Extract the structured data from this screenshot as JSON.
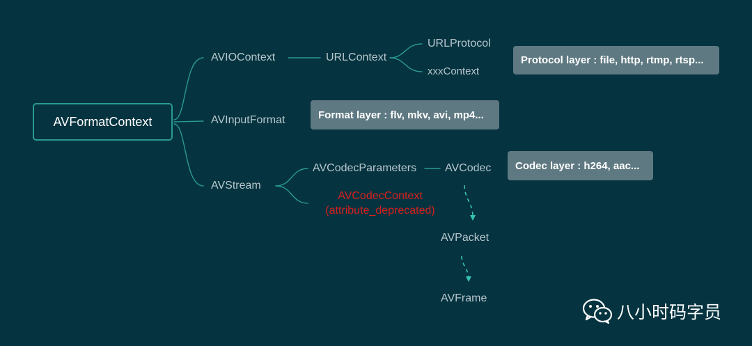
{
  "diagram": {
    "root": "AVFormatContext",
    "level1": {
      "io": "AVIOContext",
      "input_format": "AVInputFormat",
      "stream": "AVStream"
    },
    "io_children": {
      "url_context": "URLContext",
      "url_protocol": "URLProtocol",
      "xxx_context": "xxxContext"
    },
    "stream_children": {
      "codec_parameters": "AVCodecParameters",
      "codec": "AVCodec",
      "codec_context": "AVCodecContext",
      "codec_context_note": "(attribute_deprecated)"
    },
    "pipeline": {
      "packet": "AVPacket",
      "frame": "AVFrame"
    },
    "layers": {
      "protocol": "Protocol layer : file, http, rtmp, rtsp...",
      "format": "Format layer : flv, mkv, avi, mp4...",
      "codec": "Codec layer : h264, aac..."
    }
  },
  "watermark": {
    "text": "八小时码字员",
    "icon": "wechat-icon"
  },
  "colors": {
    "background": "#053340",
    "connector": "#2a9a92",
    "text": "#b7c7cd",
    "deprecated": "#d9201e",
    "layer_box": "#5f7982"
  }
}
